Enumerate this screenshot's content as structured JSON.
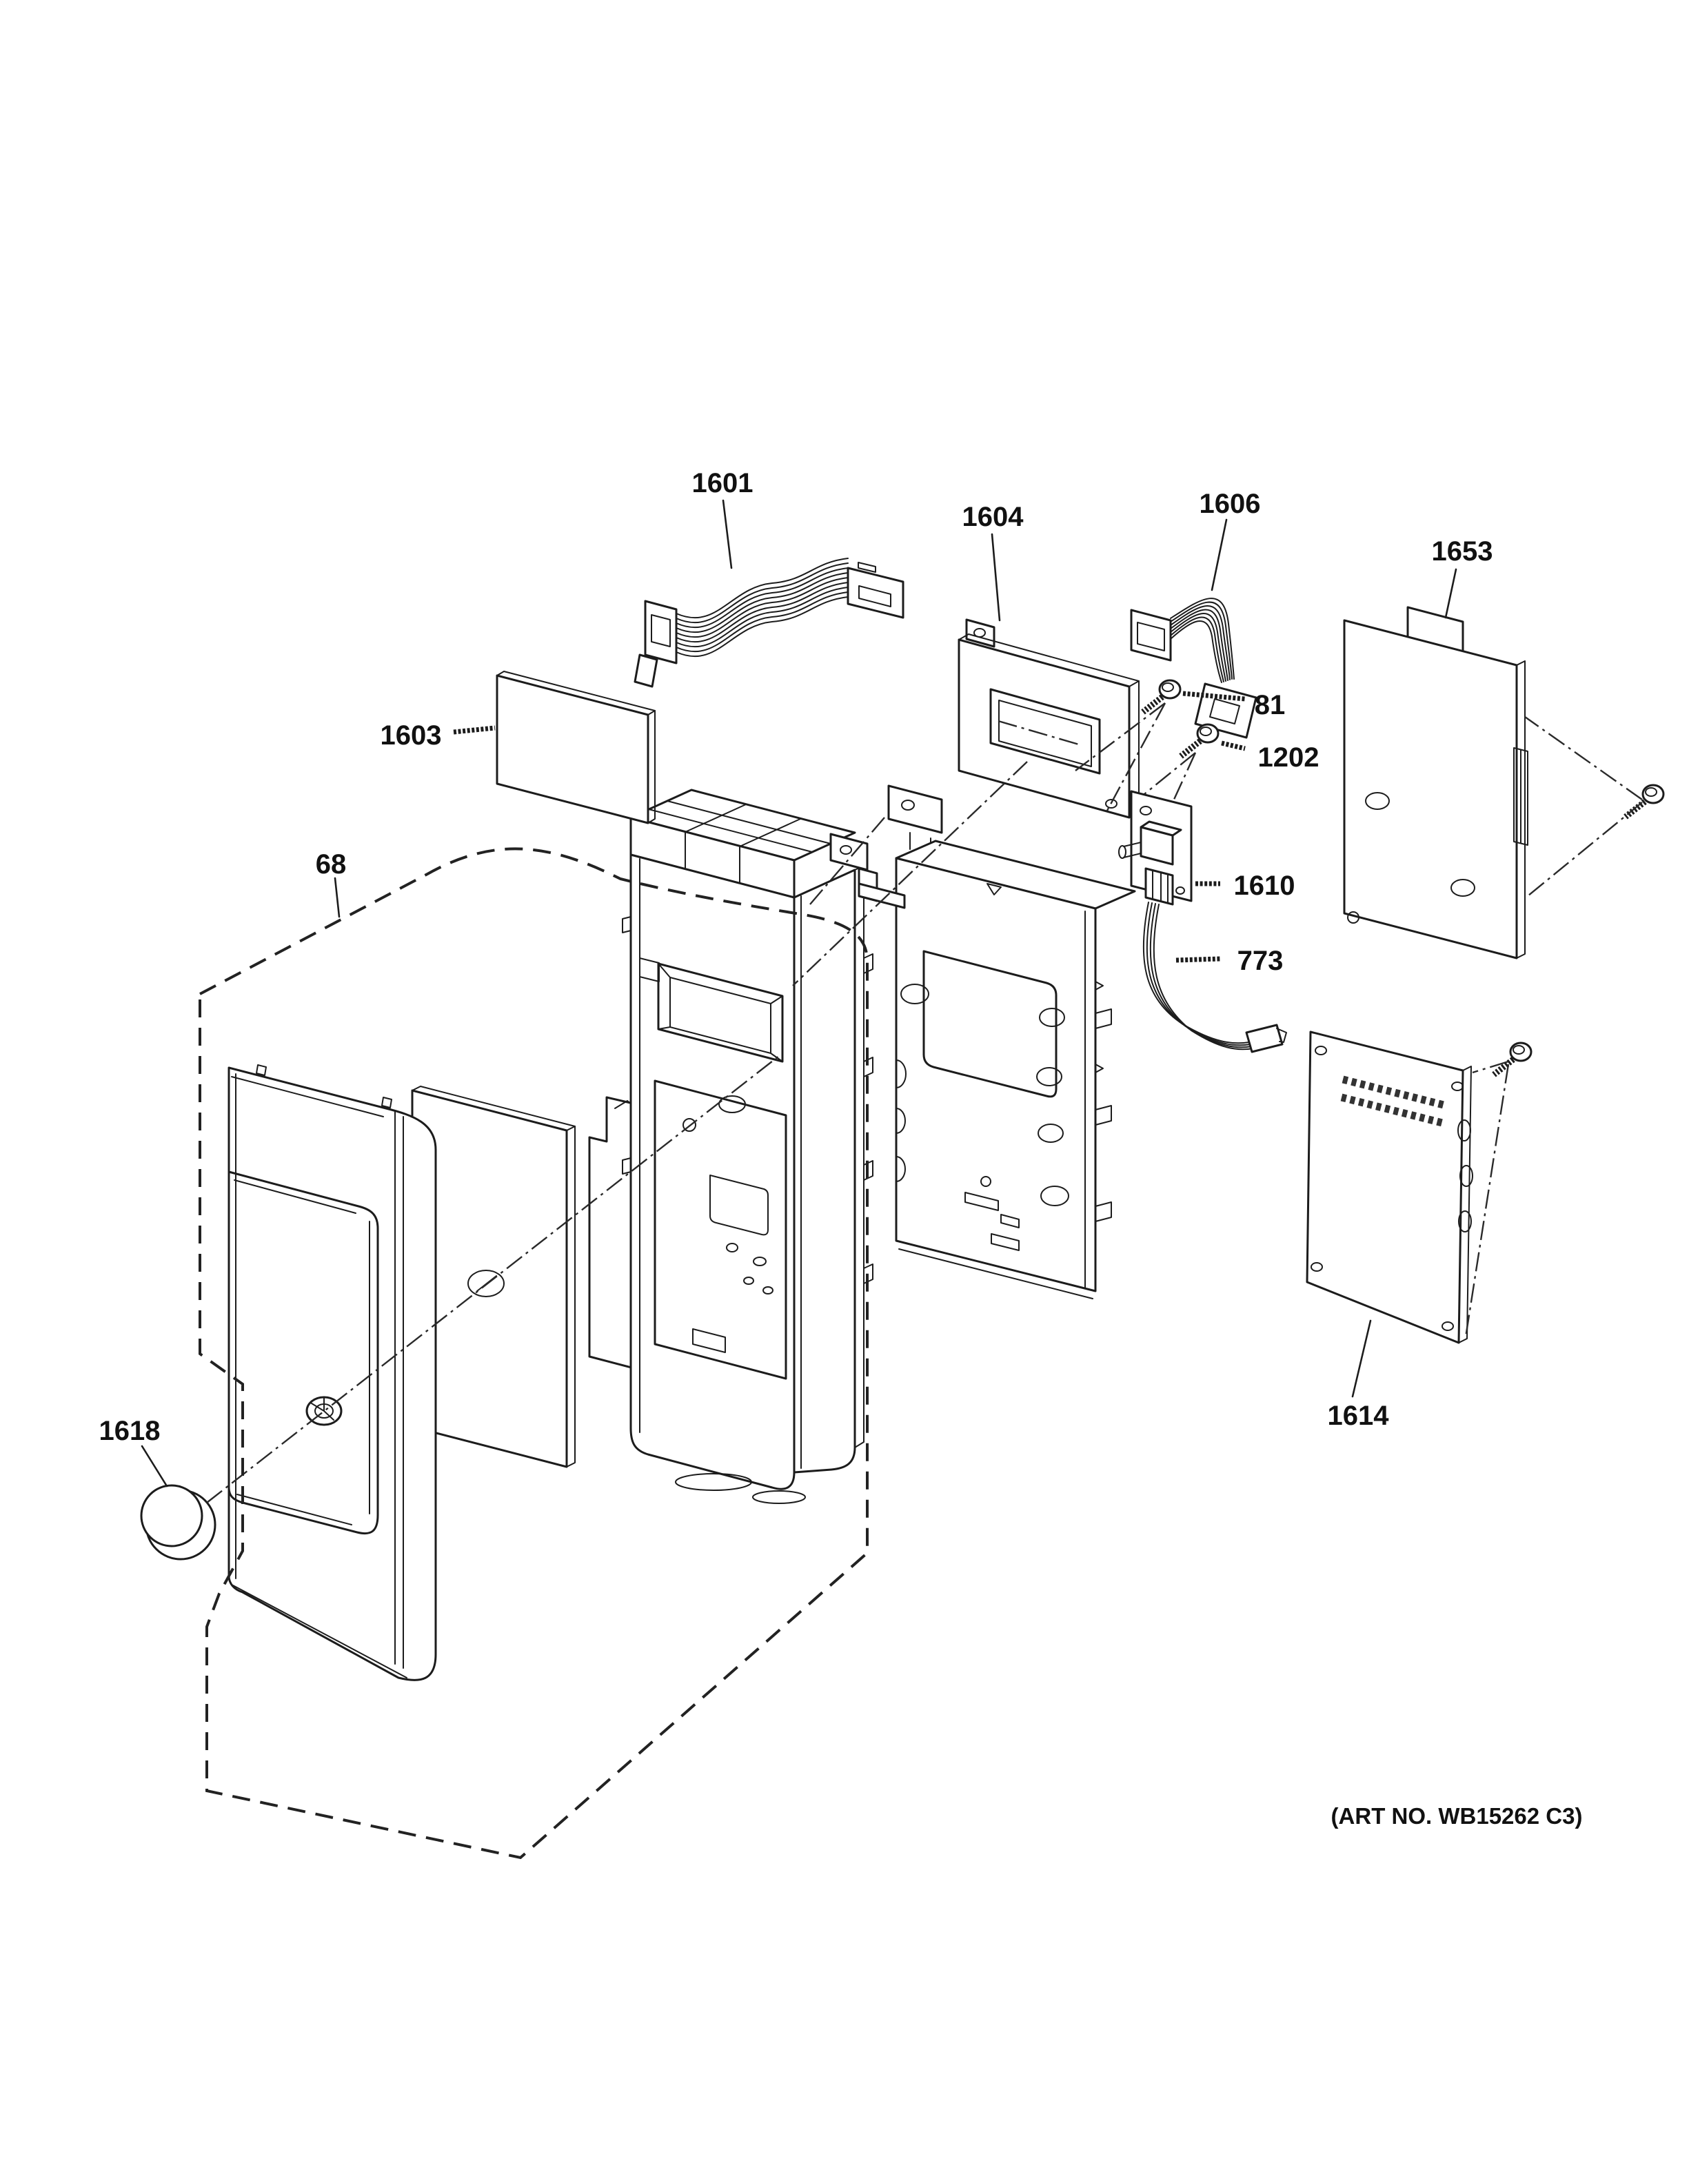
{
  "diagram": {
    "title_hidden": "",
    "art_no": "(ART NO. WB15262 C3)",
    "callouts": {
      "c68": "68",
      "c81": "81",
      "c773": "773",
      "c1202": "1202",
      "c1601": "1601",
      "c1603": "1603",
      "c1604": "1604",
      "c1606": "1606",
      "c1610": "1610",
      "c1614": "1614",
      "c1618": "1618",
      "c1653": "1653"
    }
  }
}
